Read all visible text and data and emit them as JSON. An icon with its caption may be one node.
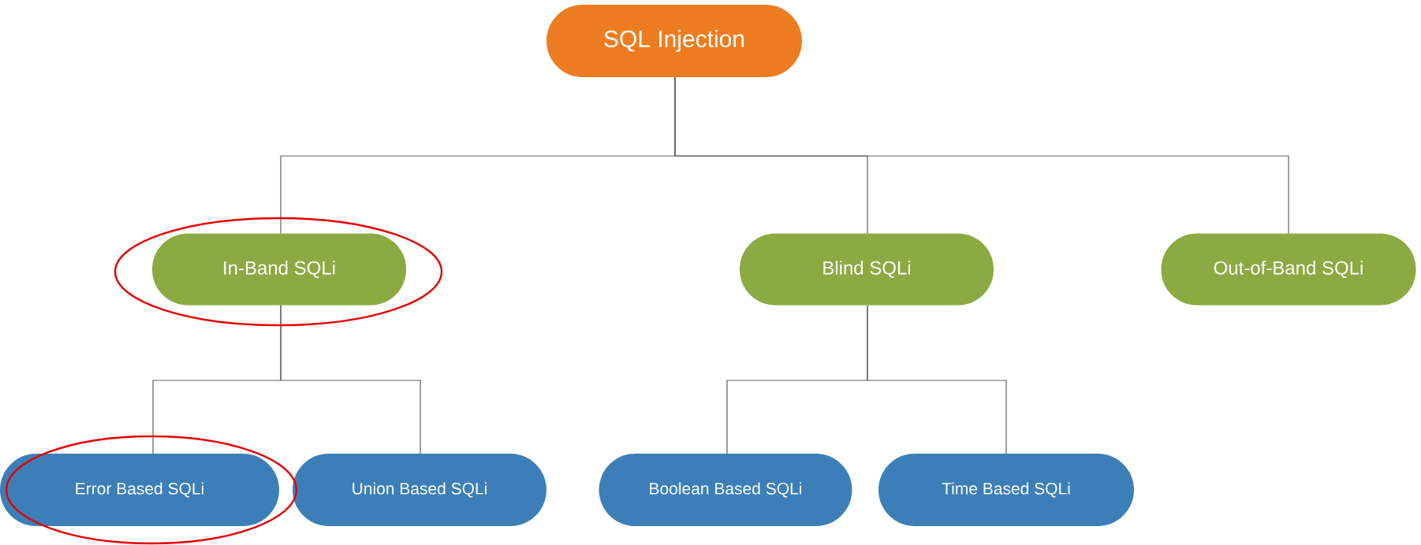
{
  "diagram": {
    "nodes": [
      {
        "text": [
          "SQL Injection"
        ]
      },
      {
        "text": [
          "In-Band SQLi"
        ]
      },
      {
        "text": [
          "Blind SQLi"
        ]
      },
      {
        "text": [
          "Out-of-Band SQLi"
        ]
      },
      {
        "text": [
          "Error Based SQLi"
        ]
      },
      {
        "text": [
          "Union Based SQLi"
        ]
      },
      {
        "text": [
          "Boolean Based SQLi"
        ]
      },
      {
        "text": [
          "Time Based SQLi"
        ]
      }
    ],
    "edges": [
      {
        "from": 0,
        "to": 1,
        "arrow": "none"
      },
      {
        "from": 0,
        "to": 2,
        "arrow": "none"
      },
      {
        "from": 0,
        "to": 3,
        "arrow": "none"
      },
      {
        "from": 1,
        "to": 4,
        "arrow": "none"
      },
      {
        "from": 1,
        "to": 5,
        "arrow": "none"
      },
      {
        "from": 2,
        "to": 6,
        "arrow": "none"
      },
      {
        "from": 2,
        "to": 7,
        "arrow": "none"
      }
    ]
  }
}
